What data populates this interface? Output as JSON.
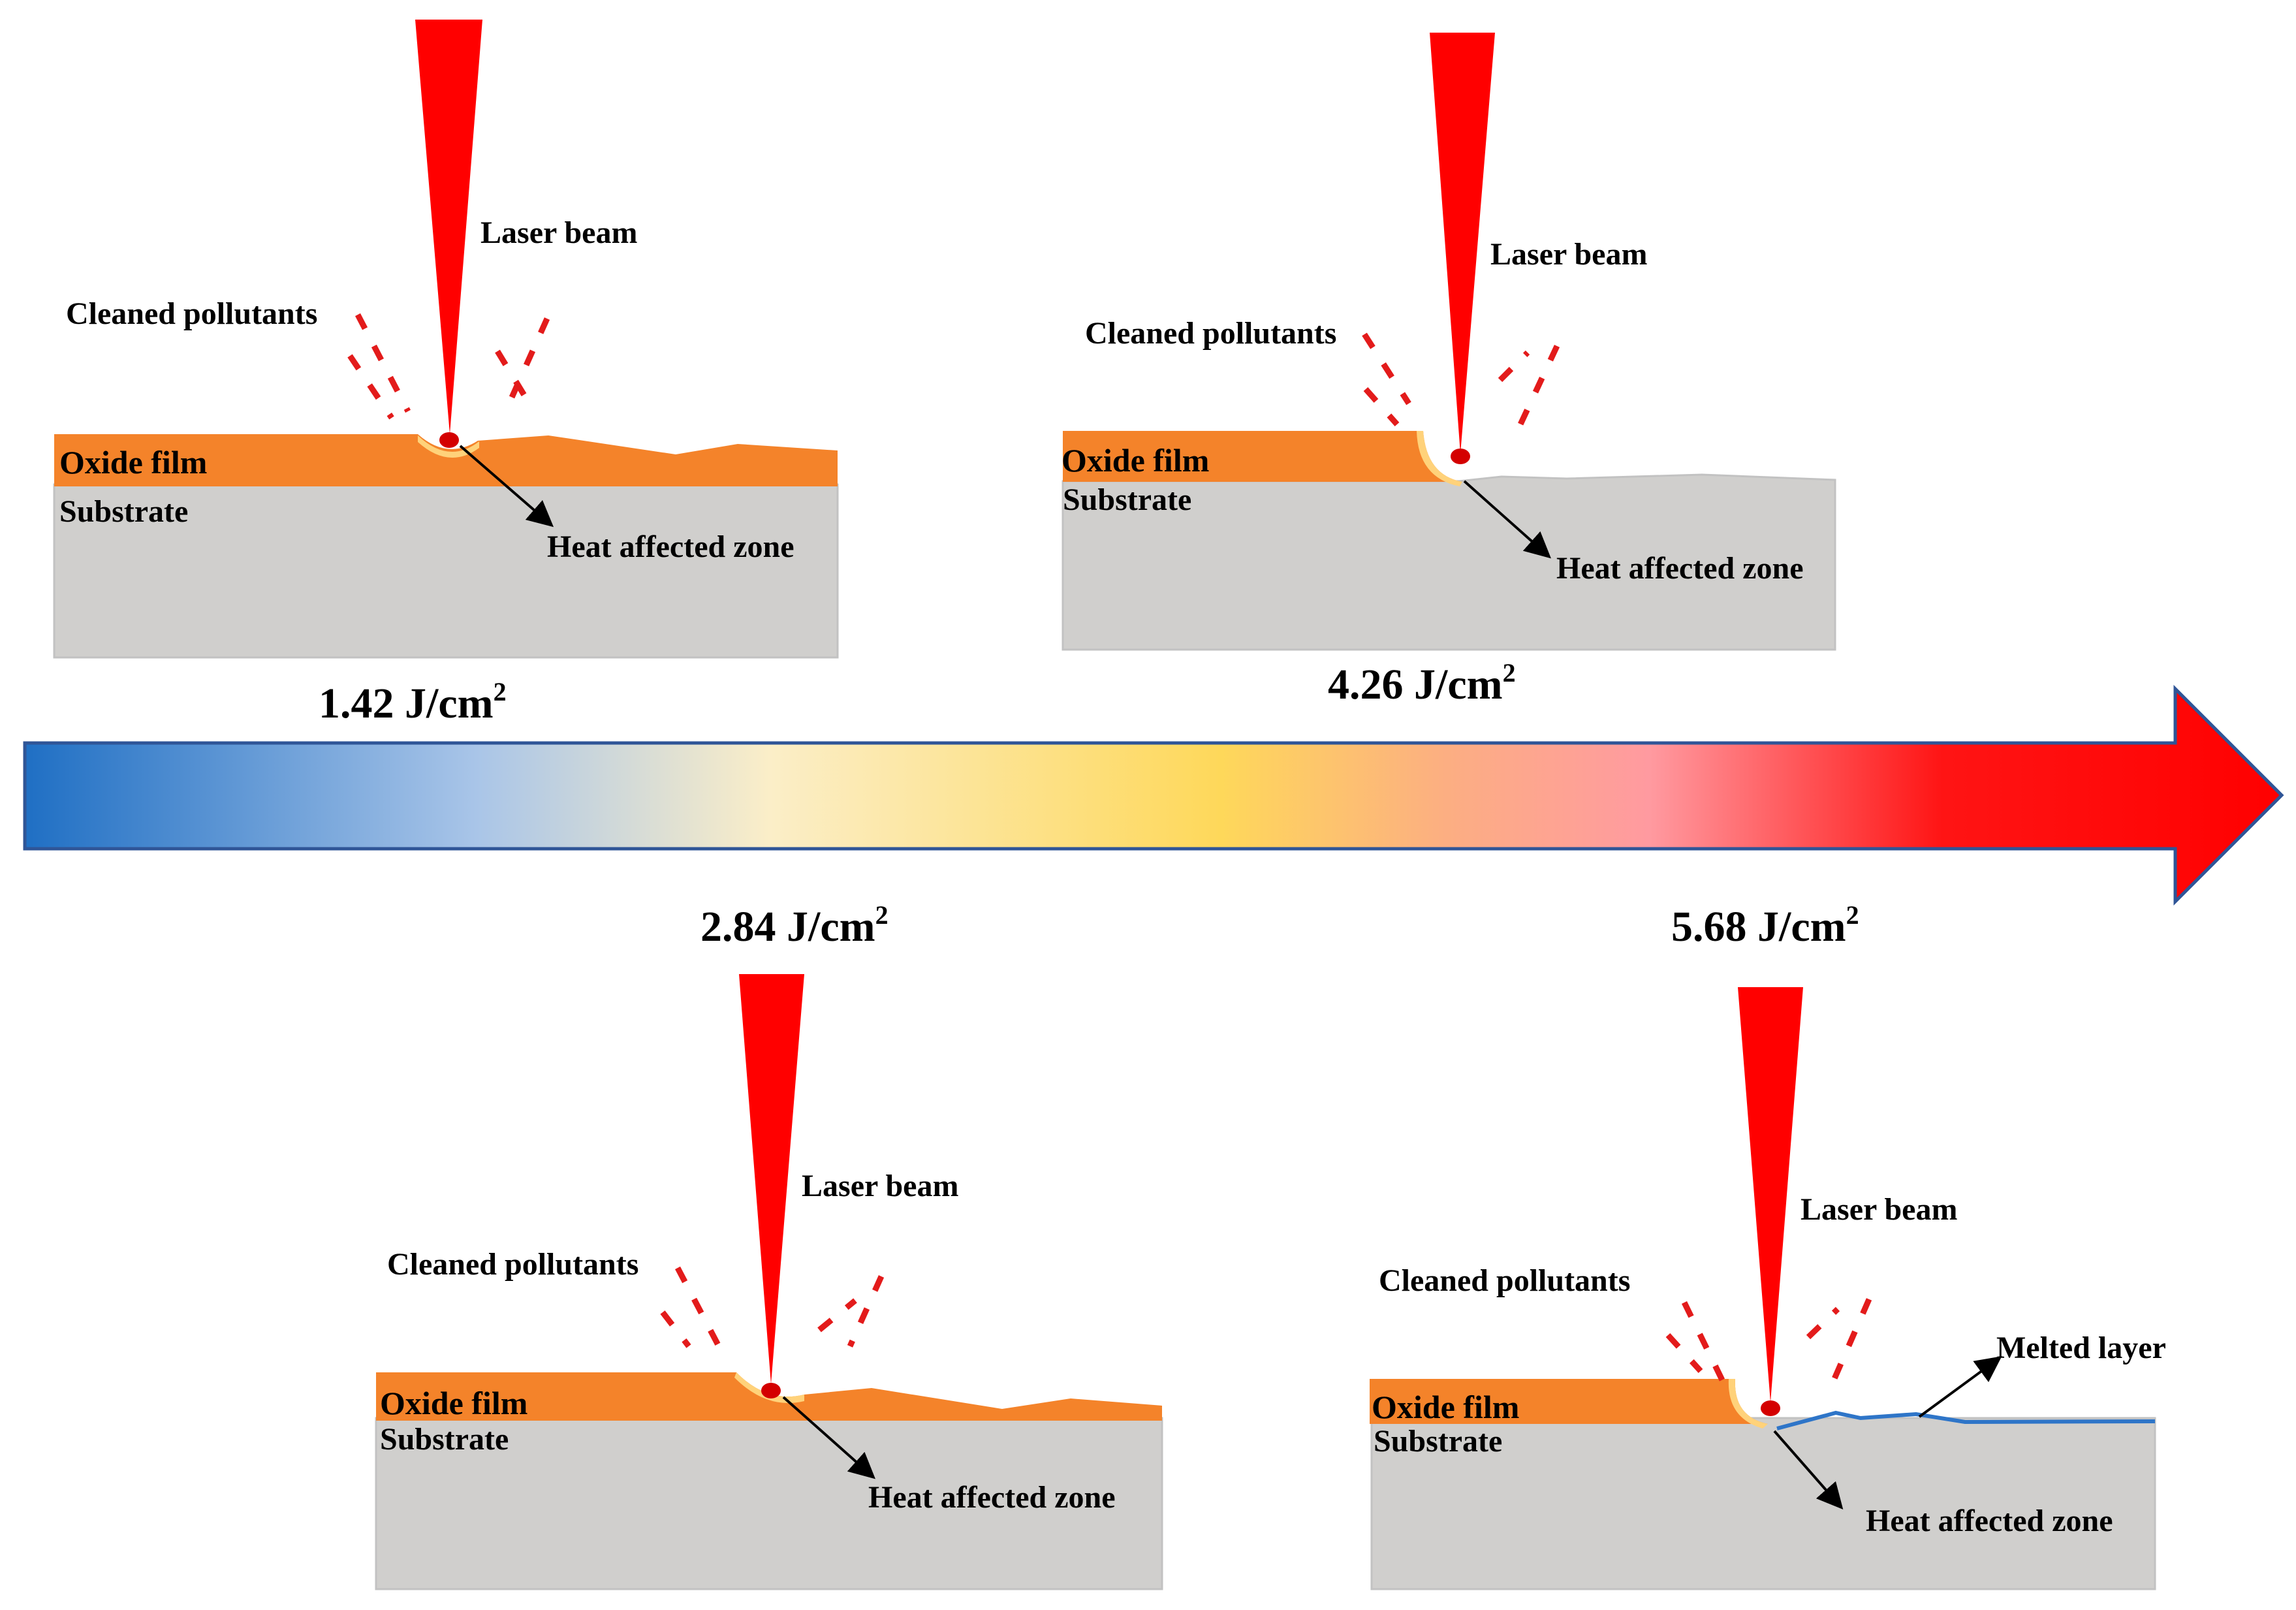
{
  "colors": {
    "substrate": "#d0cfcd",
    "oxide_film": "#f4832a",
    "laser": "#ff0000",
    "spot": "#d40000",
    "hot_zone": "#ffd27a",
    "melted_layer": "#2e75c8",
    "pollutant_dashes": "#e31b1b",
    "arrow_gradient": [
      "#1f6fc4",
      "#a9c5e8",
      "#fbeec8",
      "#fed85a",
      "#fcae82",
      "#ff9aa0",
      "#ff1414",
      "#ff0000"
    ]
  },
  "fluence_axis": {
    "direction": "increasing fluence to the right"
  },
  "panels": [
    {
      "fluence_value": "1.42 J/cm",
      "fluence_sup": "2",
      "laser_beam": "Laser beam",
      "pollutants": "Cleaned pollutants",
      "oxide_film": "Oxide film",
      "substrate": "Substrate",
      "heat_zone": "Heat  affected zone"
    },
    {
      "fluence_value": "4.26 J/cm",
      "fluence_sup": "2",
      "laser_beam": "Laser beam",
      "pollutants": "Cleaned pollutants",
      "oxide_film": "Oxide film",
      "substrate": "Substrate",
      "heat_zone": "Heat  affected zone"
    },
    {
      "fluence_value": "2.84 J/cm",
      "fluence_sup": "2",
      "laser_beam": "Laser beam",
      "pollutants": "Cleaned pollutants",
      "oxide_film": "Oxide film",
      "substrate": "Substrate",
      "heat_zone": "Heat  affected zone"
    },
    {
      "fluence_value": "5.68 J/cm",
      "fluence_sup": "2",
      "laser_beam": "Laser beam",
      "pollutants": "Cleaned pollutants",
      "oxide_film": "Oxide film",
      "substrate": "Substrate",
      "heat_zone": "Heat  affected zone",
      "melted_layer": "Melted layer"
    }
  ]
}
